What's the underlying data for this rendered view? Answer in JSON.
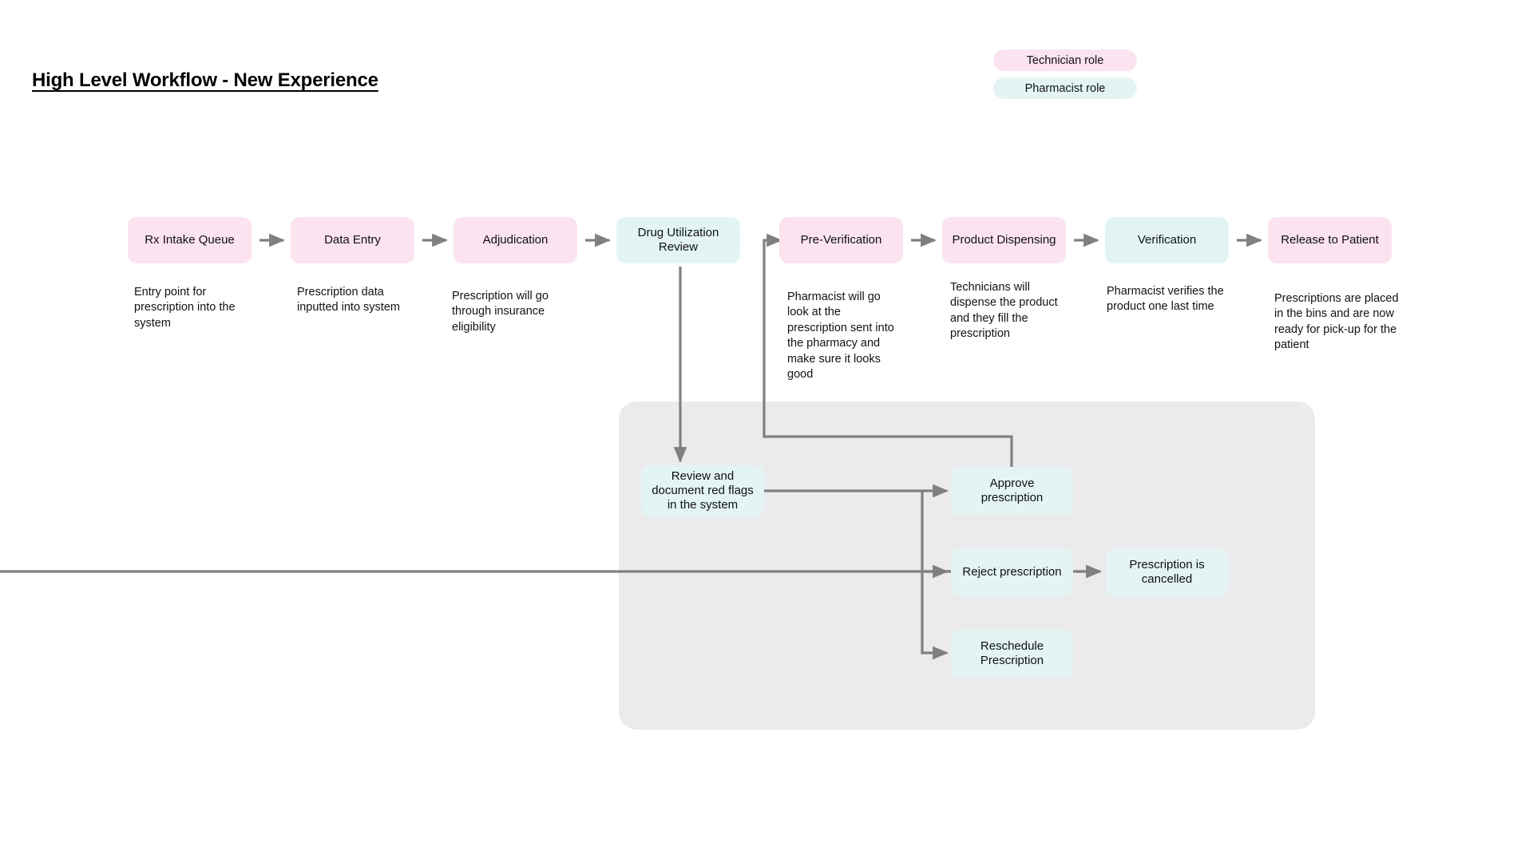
{
  "page": {
    "title": "High Level Workflow - New Experience"
  },
  "legend": {
    "items": [
      {
        "label": "Technician role",
        "role": "technician",
        "color": "#fbe3ef"
      },
      {
        "label": "Pharmacist role",
        "role": "pharmacist",
        "color": "#e4f4f4"
      }
    ]
  },
  "colors": {
    "technician": "#fbe3ef",
    "pharmacist": "#e4f4f4",
    "panel": "#ebebeb",
    "connector": "#808080",
    "text": "#101010",
    "background": "#ffffff"
  },
  "main_flow": {
    "steps": [
      {
        "id": "rx-intake-queue",
        "label": "Rx Intake Queue",
        "role": "technician",
        "caption": "Entry point for prescription into the system"
      },
      {
        "id": "data-entry",
        "label": "Data Entry",
        "role": "technician",
        "caption": "Prescription data inputted into system"
      },
      {
        "id": "adjudication",
        "label": "Adjudication",
        "role": "technician",
        "caption": "Prescription will go through insurance eligibility"
      },
      {
        "id": "drug-utilization-review",
        "label": "Drug Utilization Review",
        "role": "pharmacist",
        "caption": ""
      },
      {
        "id": "pre-verification",
        "label": "Pre-Verification",
        "role": "technician",
        "caption": "Pharmacist will go look at the prescription sent into the pharmacy and make sure it looks good"
      },
      {
        "id": "product-dispensing",
        "label": "Product Dispensing",
        "role": "technician",
        "caption": "Technicians will dispense the product and they fill the prescription"
      },
      {
        "id": "verification",
        "label": "Verification",
        "role": "pharmacist",
        "caption": "Pharmacist verifies the product one last time"
      },
      {
        "id": "release-to-patient",
        "label": "Release to Patient",
        "role": "technician",
        "caption": "Prescriptions are placed in the bins and are now ready for pick-up for the patient"
      }
    ]
  },
  "review_group": {
    "nodes": [
      {
        "id": "review-red-flags",
        "label": "Review and document red flags in the system",
        "role": "pharmacist"
      },
      {
        "id": "approve-prescription",
        "label": "Approve prescription",
        "role": "pharmacist"
      },
      {
        "id": "reject-prescription",
        "label": "Reject prescription",
        "role": "pharmacist"
      },
      {
        "id": "prescription-cancelled",
        "label": "Prescription is cancelled",
        "role": "pharmacist"
      },
      {
        "id": "reschedule-prescription",
        "label": "Reschedule Prescription",
        "role": "pharmacist"
      }
    ]
  }
}
